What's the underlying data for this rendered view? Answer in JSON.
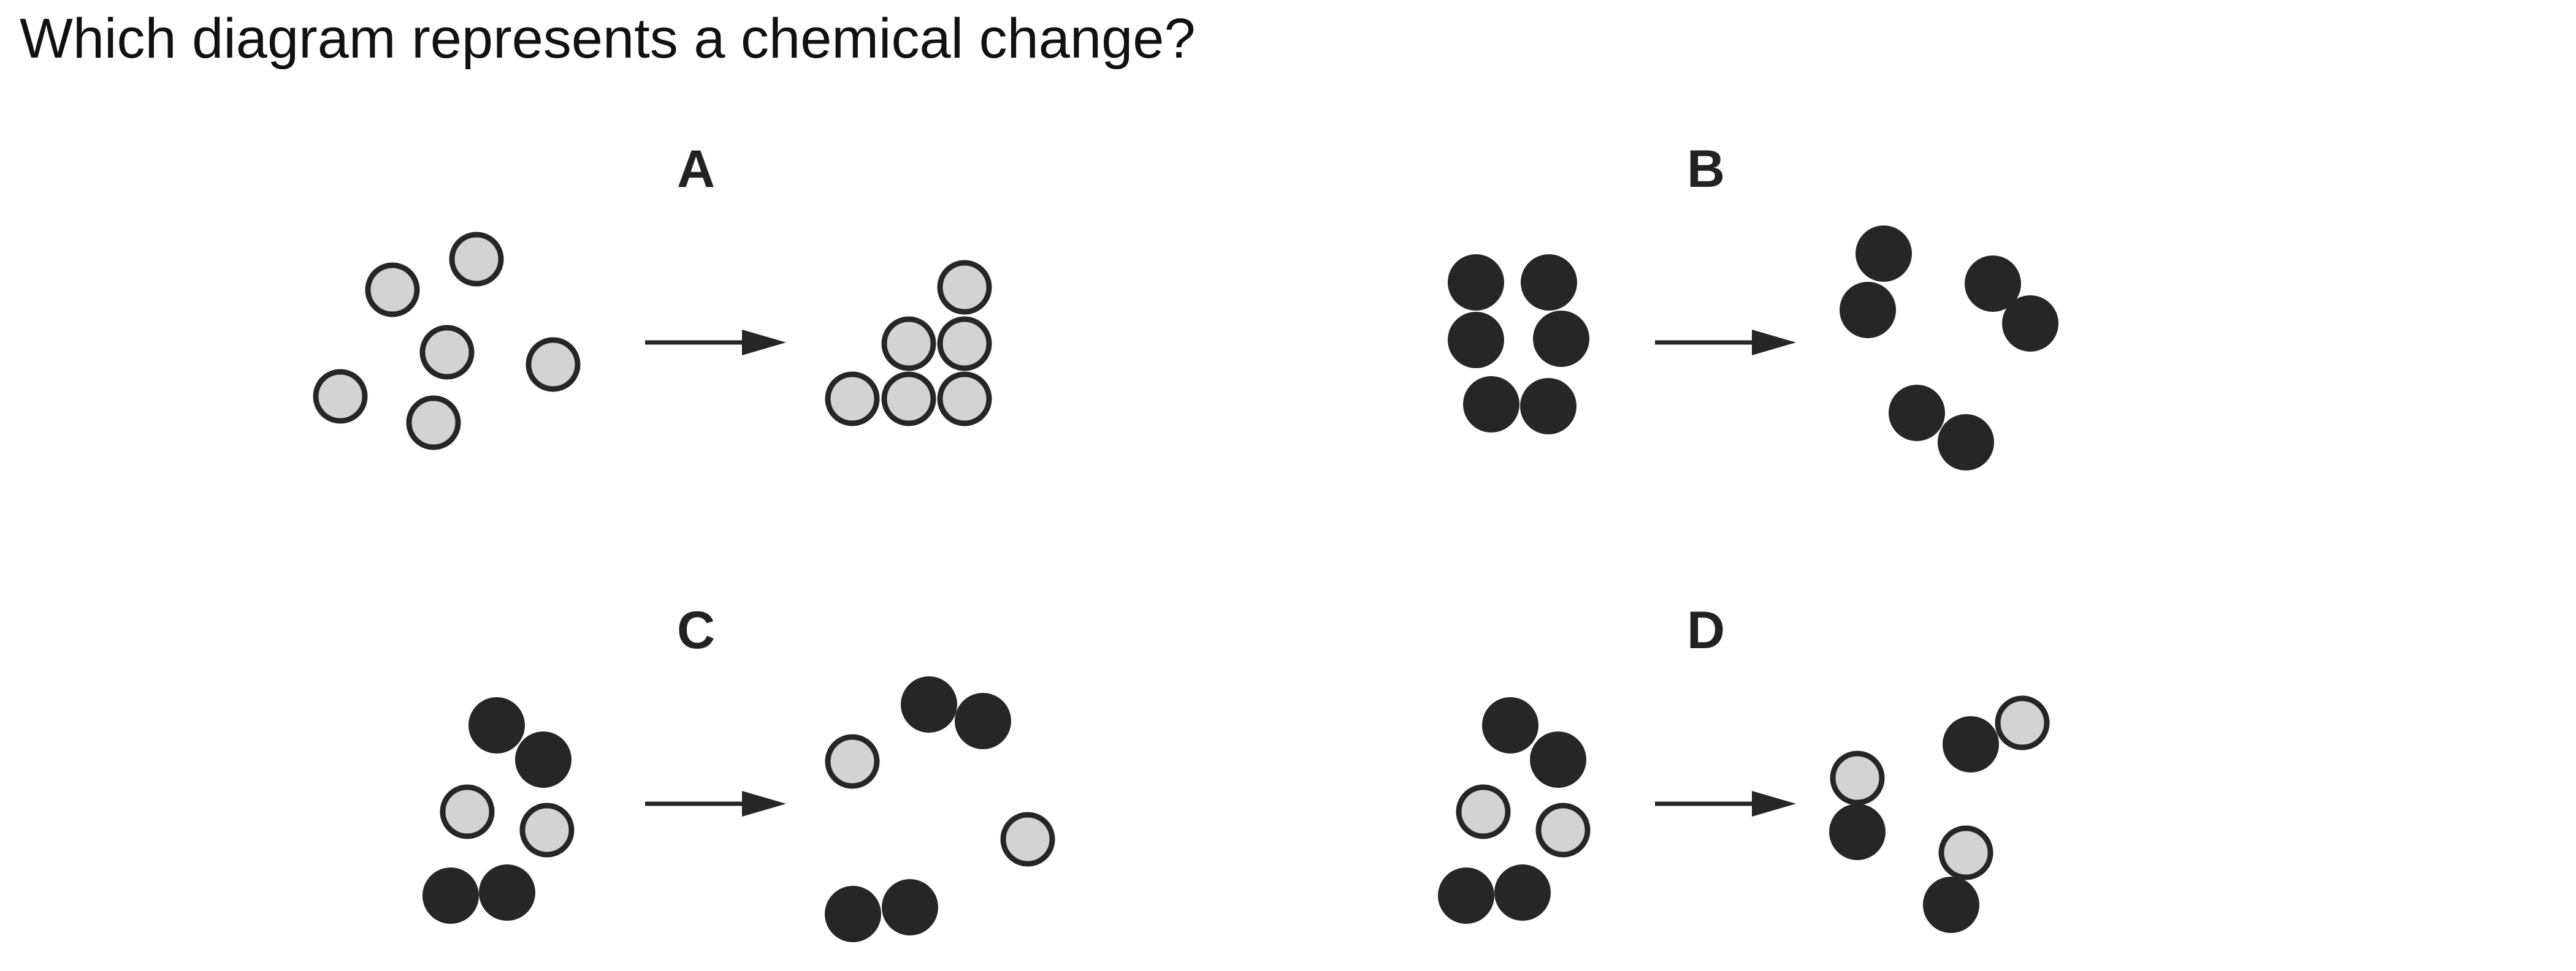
{
  "question": "Which diagram represents a chemical change?",
  "colors": {
    "light_particle": "#d3d3d3",
    "dark_particle": "#262626",
    "stroke": "#262626",
    "arrow": "#262626"
  },
  "panels": [
    {
      "label": "A"
    },
    {
      "label": "B"
    },
    {
      "label": "C"
    },
    {
      "label": "D"
    }
  ]
}
